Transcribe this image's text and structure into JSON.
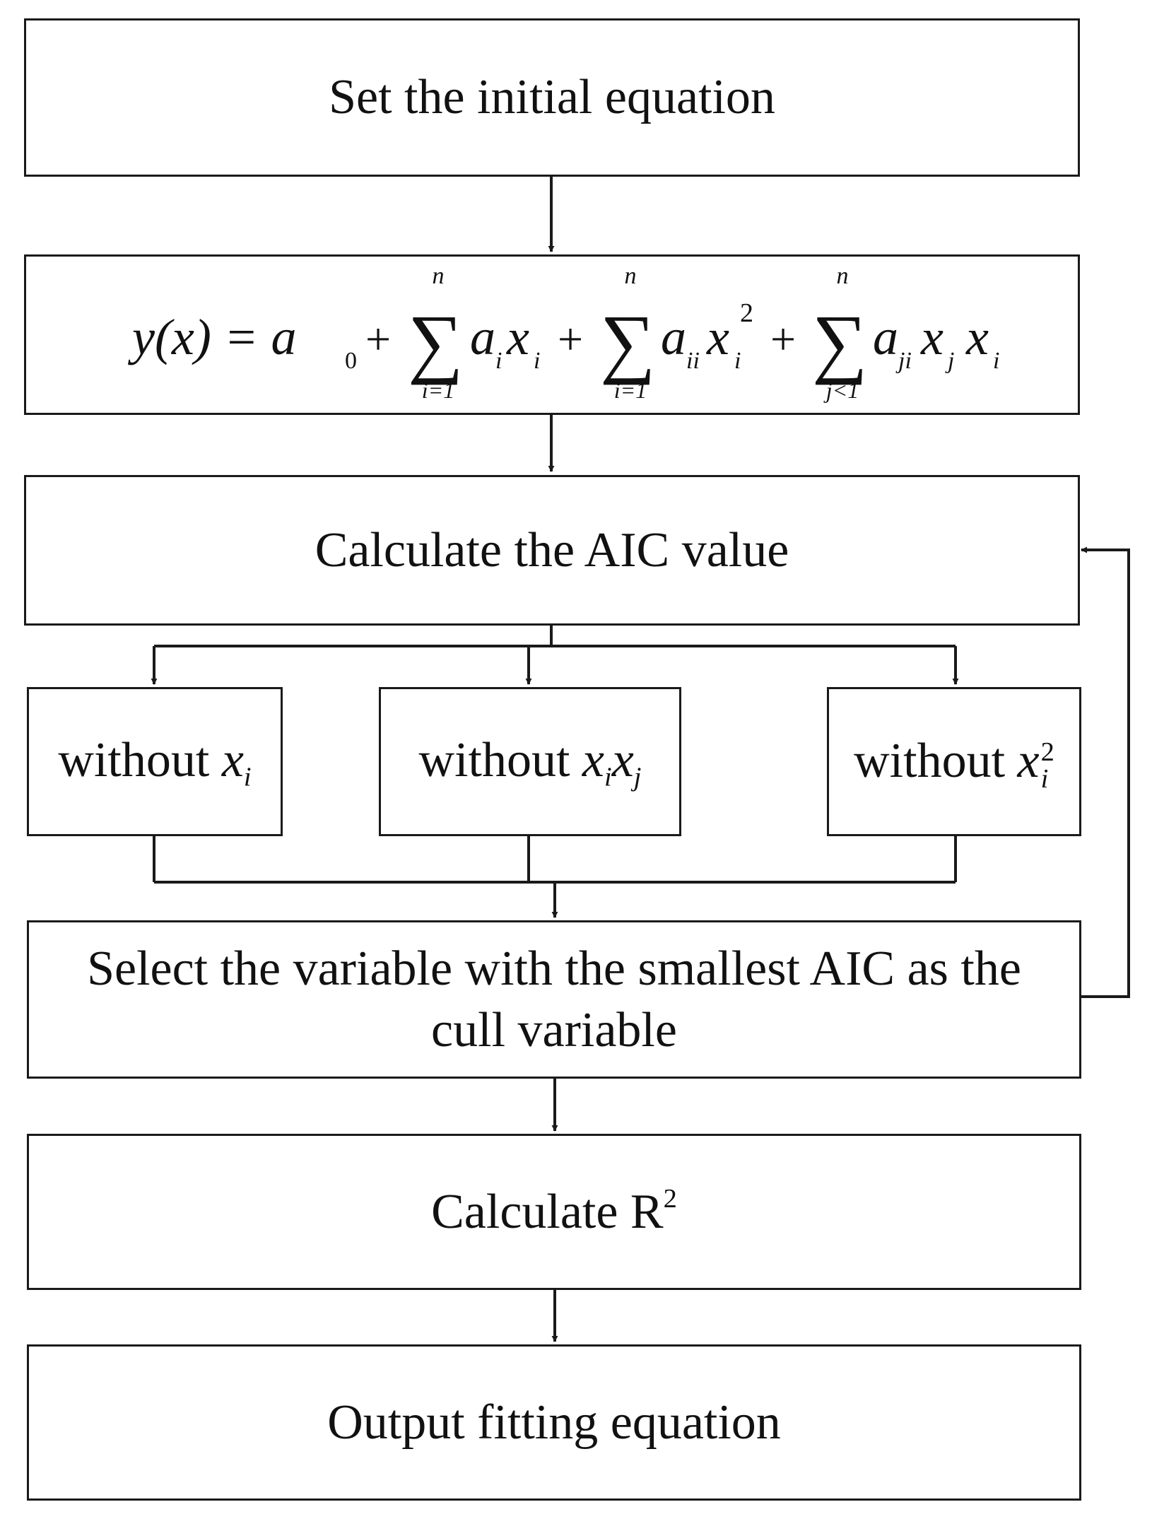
{
  "nodes": {
    "set_initial": "Set the initial equation",
    "calc_aic": "Calculate the AIC value",
    "without_xi": {
      "prefix": "without ",
      "base": "x",
      "sub": "i"
    },
    "without_xixj": {
      "prefix": "without ",
      "base1": "x",
      "sub1": "i",
      "base2": "x",
      "sub2": "j"
    },
    "without_xi2": {
      "prefix": "without ",
      "base": "x",
      "sub": "i",
      "sup": "2"
    },
    "select_line1": "Select the variable with the smallest AIC as the",
    "select_line2": "cull variable",
    "calc_r2": {
      "text": "Calculate R",
      "sup": "2"
    },
    "output": "Output fitting equation"
  },
  "equation": {
    "lhs": "y(x) = a",
    "lhs_sub": "0",
    "plus": "+",
    "sum_symbol": "∑",
    "sum1": {
      "upper": "n",
      "lower": "i=1",
      "term": "a",
      "term_sub": "i",
      "var": "x",
      "var_sub": "i"
    },
    "sum2": {
      "upper": "n",
      "lower": "i=1",
      "term": "a",
      "term_sub": "ii",
      "var": "x",
      "var_sub": "i",
      "var_sup": "2"
    },
    "sum3": {
      "upper": "n",
      "lower": "j<1",
      "term": "a",
      "term_sub": "ji",
      "var1": "x",
      "var1_sub": "j",
      "var2": "x",
      "var2_sub": "i"
    }
  }
}
